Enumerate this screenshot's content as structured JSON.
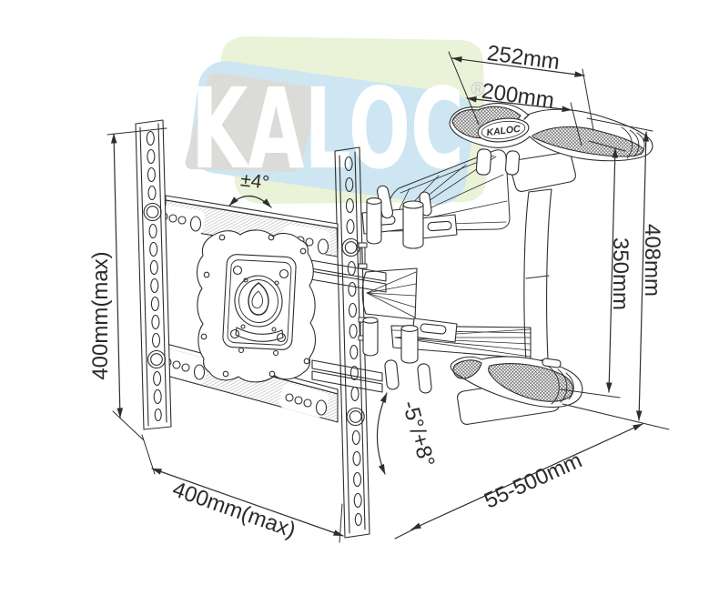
{
  "image": {
    "type": "technical line drawing",
    "subject": "full-motion articulating TV wall mount bracket with dimension callouts"
  },
  "brand": {
    "watermark": "KALOC",
    "registered_symbol": "®",
    "badge": "KALOC"
  },
  "dimensions": {
    "bracket_top_outer_width": "252mm",
    "bracket_top_inner_width": "200mm",
    "swivel_angle": "±4°",
    "wall_plate_height": "400mm(max)",
    "wall_plate_width": "400mm(max)",
    "arm_inner_height": "350mm",
    "arm_outer_height": "408mm",
    "tilt_angle": "-5°/+8°",
    "extension_range": "55-500mm"
  },
  "colors": {
    "ink": "#2e2e2e",
    "watermark_green": "#eaf2d8",
    "watermark_blue": "#cde6f2",
    "watermark_gray": "#dbdcd8",
    "watermark_text": "#ffffff",
    "registered_mark_gray": "#c7ced4"
  }
}
